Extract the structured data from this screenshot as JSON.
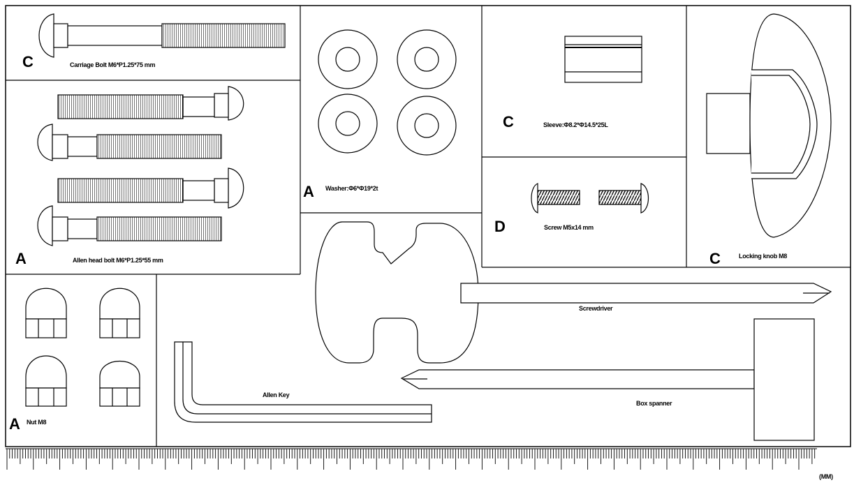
{
  "parts": {
    "carriage_bolt": {
      "group": "C",
      "label": "Carriage Bolt M6*P1.25*75 mm"
    },
    "allen_bolt": {
      "group": "A",
      "label": "Allen head bolt  M6*P1.25*55 mm"
    },
    "washer": {
      "group": "A",
      "label": "Washer:Φ6*Φ19*2t"
    },
    "sleeve": {
      "group": "C",
      "label": "Sleeve:Φ8.2*Φ14.5*25L"
    },
    "screw": {
      "group": "D",
      "label": "Screw M5x14 mm"
    },
    "locking_knob": {
      "group": "C",
      "label": "Locking knob M8"
    },
    "nut": {
      "group": "A",
      "label": "Nut M8"
    },
    "screwdriver": {
      "label": "Screwdriver"
    },
    "allen_key": {
      "label": "Allen Key"
    },
    "box_spanner": {
      "label": "Box spanner"
    }
  },
  "ruler": {
    "unit_label": "(MM)"
  }
}
